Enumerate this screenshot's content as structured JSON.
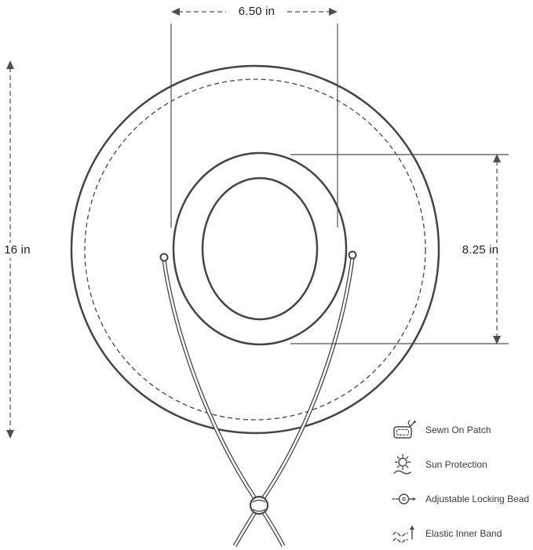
{
  "dimensions": {
    "crown_width": "6.50 in",
    "overall_diameter": "16 in",
    "crown_height": "8.25 in"
  },
  "legend": {
    "items": [
      {
        "icon": "sewn-on-patch-icon",
        "label": "Sewn On Patch"
      },
      {
        "icon": "sun-protection-icon",
        "label": "Sun Protection"
      },
      {
        "icon": "adjustable-locking-bead-icon",
        "label": "Adjustable Locking Bead"
      },
      {
        "icon": "elastic-inner-band-icon",
        "label": "Elastic Inner Band"
      }
    ]
  },
  "colors": {
    "line": "#454545",
    "dimension_line": "#4f4f4f",
    "label_text": "#1f1f1f",
    "legend_text": "#3a3a3a",
    "background": "#ffffff"
  }
}
